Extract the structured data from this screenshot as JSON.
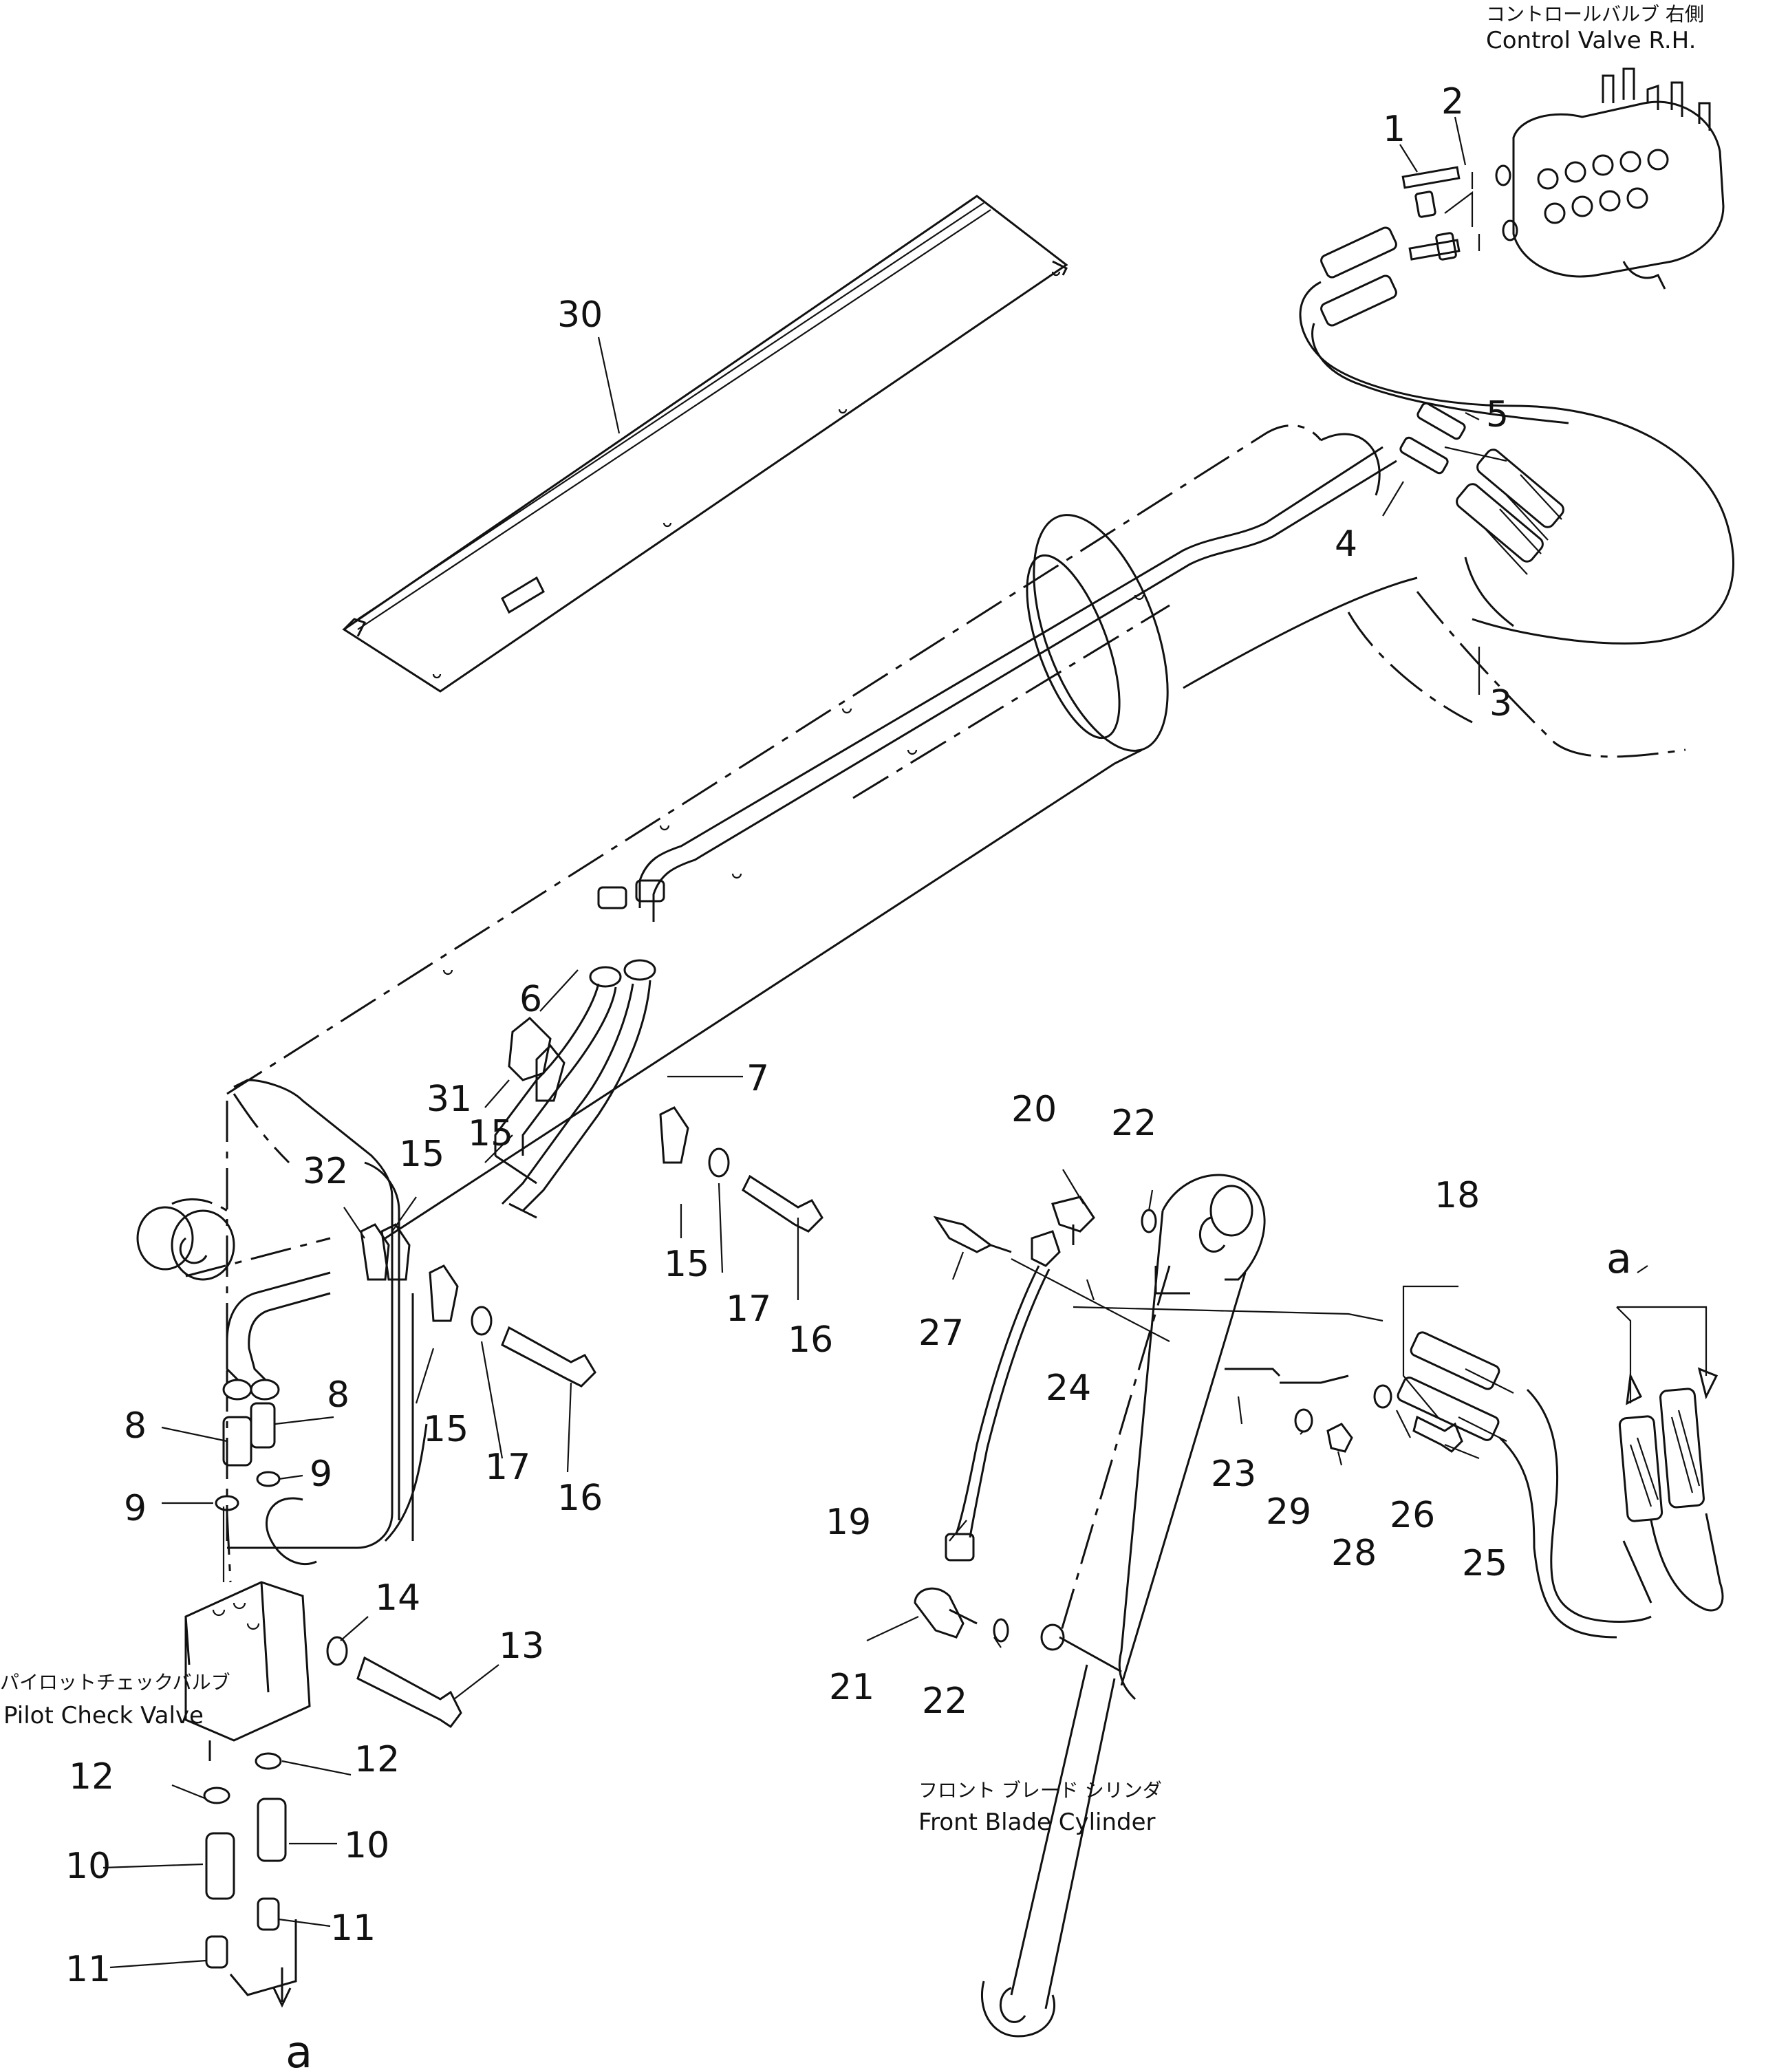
{
  "captions": {
    "control_valve_jp": "コントロールバルブ 右側",
    "control_valve_en": "Control Valve R.H.",
    "pilot_check_valve_jp": "パイロットチェックバルブ",
    "pilot_check_valve_en": "Pilot Check Valve",
    "front_blade_cylinder_jp": "フロント ブレード シリンダ",
    "front_blade_cylinder_en": "Front Blade Cylinder"
  },
  "callouts": {
    "c1": "1",
    "c2": "2",
    "c3": "3",
    "c4": "4",
    "c5": "5",
    "c6": "6",
    "c7": "7",
    "c8a": "8",
    "c8b": "8",
    "c9a": "9",
    "c9b": "9",
    "c10a": "10",
    "c10b": "10",
    "c11a": "11",
    "c11b": "11",
    "c12a": "12",
    "c12b": "12",
    "c13": "13",
    "c14": "14",
    "c15a": "15",
    "c15b": "15",
    "c15c": "15",
    "c15d": "15",
    "c16a": "16",
    "c16b": "16",
    "c17a": "17",
    "c17b": "17",
    "c18": "18",
    "c19": "19",
    "c20": "20",
    "c21": "21",
    "c22a": "22",
    "c22b": "22",
    "c23": "23",
    "c24": "24",
    "c25": "25",
    "c26": "26",
    "c27": "27",
    "c28": "28",
    "c29": "29",
    "c30": "30",
    "c31": "31",
    "c32": "32"
  },
  "connection_marks": {
    "a_right": "a",
    "a_bottom": "a"
  }
}
